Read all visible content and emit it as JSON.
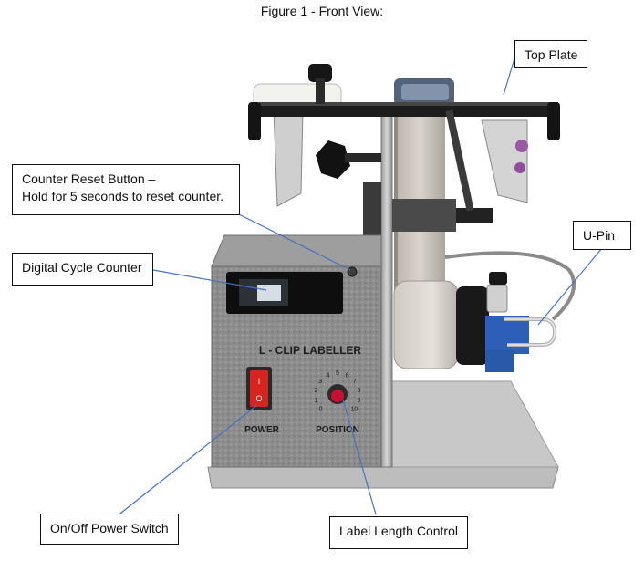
{
  "figure": {
    "title": "Figure 1 - Front View:"
  },
  "callouts": {
    "top_plate": "Top Plate",
    "counter_reset_line1": "Counter Reset Button –",
    "counter_reset_line2": "Hold for 5 seconds to reset counter.",
    "u_pin": "U-Pin",
    "digital_counter": "Digital Cycle Counter",
    "power_switch": "On/Off Power Switch",
    "label_length": "Label Length Control"
  },
  "machine": {
    "nameplate": "L - CLIP  LABELLER",
    "power_label": "POWER",
    "position_label": "POSITION",
    "switch_on": "I",
    "switch_off": "O",
    "dial_numbers": [
      "0",
      "1",
      "2",
      "3",
      "4",
      "5",
      "6",
      "7",
      "8",
      "9",
      "10"
    ]
  },
  "colors": {
    "callout_line": "#4472c4",
    "housing": "#8f8f8f",
    "switch": "#d8231f",
    "knob": "#c8102e",
    "motor": "#1a1a1a",
    "motor_base": "#2e5fb8"
  }
}
